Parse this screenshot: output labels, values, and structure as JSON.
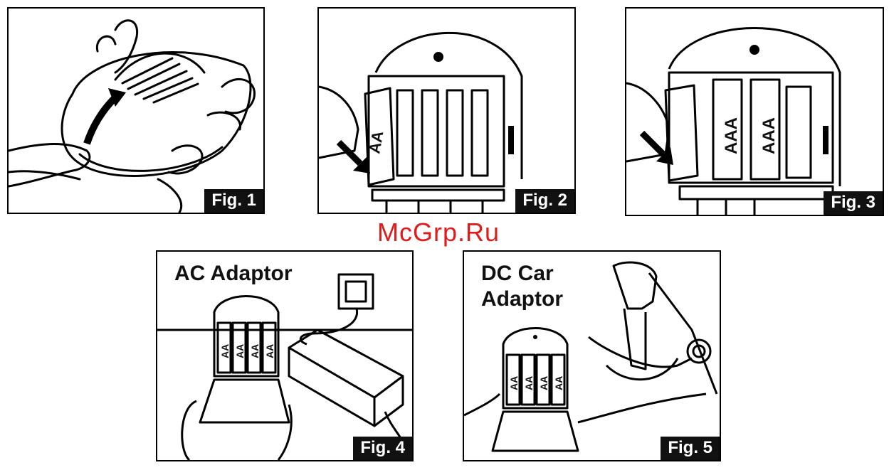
{
  "watermark": "McGrp.Ru",
  "figures": [
    {
      "label": "Fig. 1"
    },
    {
      "label": "Fig. 2",
      "battery_text": "AA"
    },
    {
      "label": "Fig. 3",
      "battery_text": "AAA"
    },
    {
      "label": "Fig. 4",
      "title": "AC Adaptor",
      "battery_text": "AA"
    },
    {
      "label": "Fig. 5",
      "title_line1": "DC Car",
      "title_line2": "Adaptor",
      "battery_text": "AA"
    }
  ]
}
